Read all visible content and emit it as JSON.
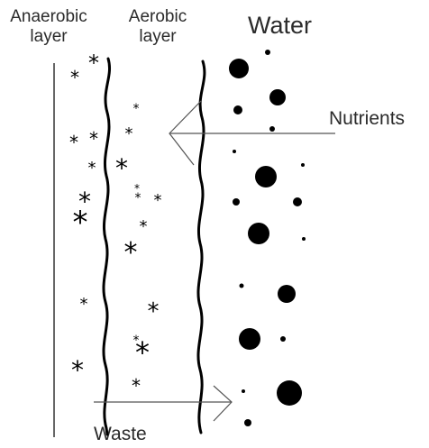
{
  "labels": {
    "anaerobic_line1": "Anaerobic",
    "anaerobic_line2": "layer",
    "aerobic_line1": "Aerobic",
    "aerobic_line2": "layer",
    "water": "Water",
    "nutrients": "Nutrients",
    "waste": "Waste"
  },
  "colors": {
    "ink": "#000000",
    "arrow": "#555555",
    "text": "#2b2b2b",
    "background": "#ffffff"
  }
}
